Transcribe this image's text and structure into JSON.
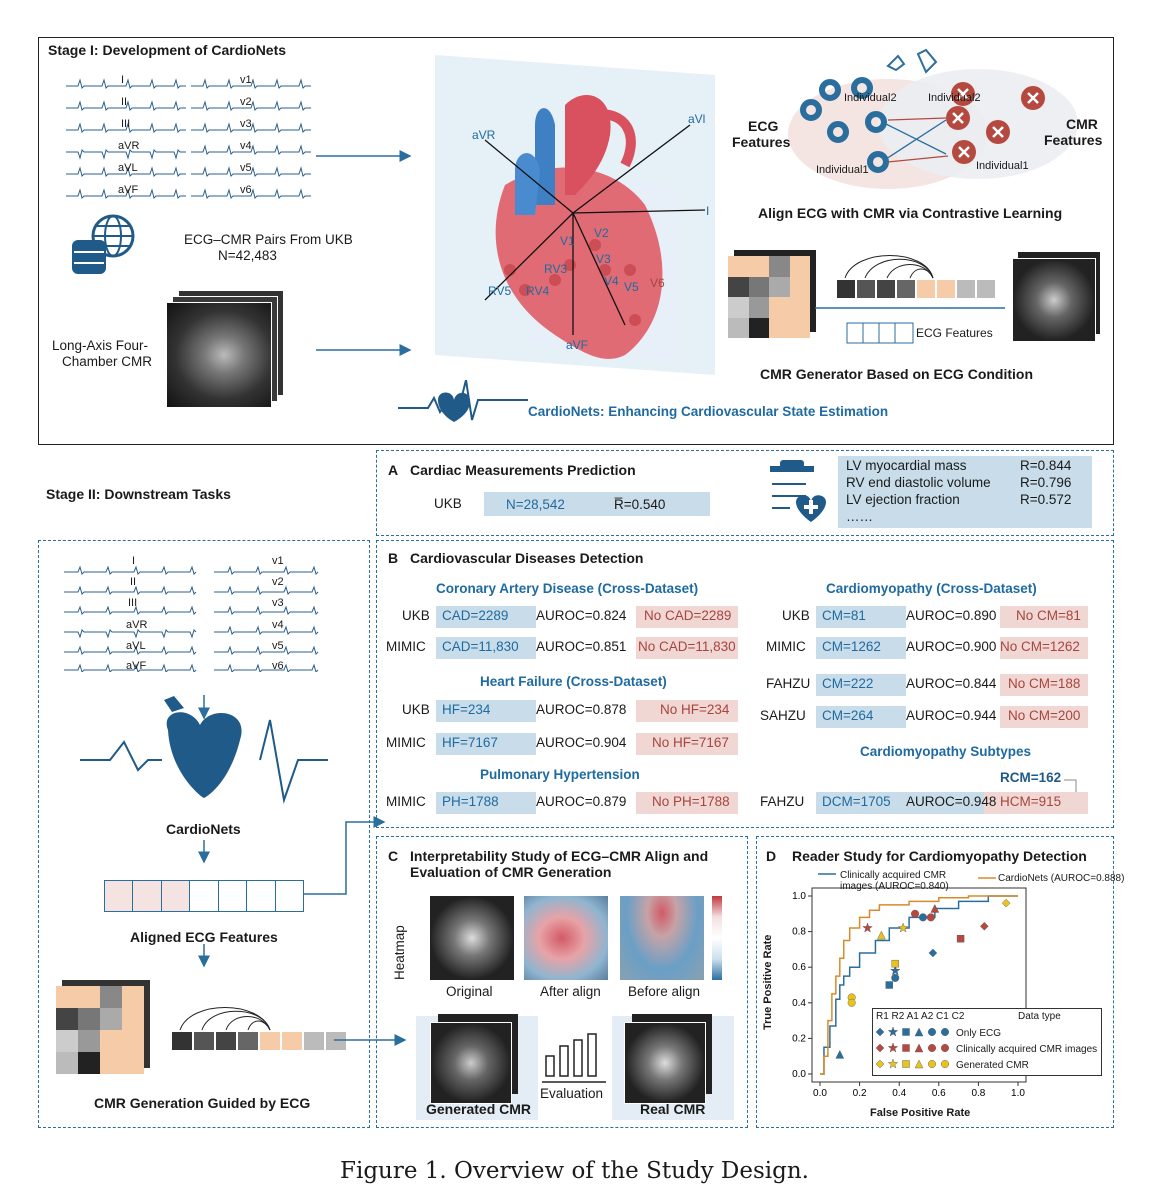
{
  "stage1": {
    "title": "Stage I: Development of CardioNets",
    "ecg_leads_left": [
      "I",
      "II",
      "III",
      "aVR",
      "aVL",
      "aVF"
    ],
    "ecg_leads_right": [
      "v1",
      "v2",
      "v3",
      "v4",
      "v5",
      "v6"
    ],
    "pairs_label": "ECG–CMR Pairs From UKB",
    "pairs_n": "N=42,483",
    "cmr_label_1": "Long-Axis Four-",
    "cmr_label_2": "Chamber CMR",
    "heart_axes": [
      "aVR",
      "aVl",
      "I",
      "aVF"
    ],
    "heart_leads": [
      "V1",
      "V2",
      "V3",
      "V4",
      "V5",
      "V6",
      "RV3",
      "RV4",
      "RV5"
    ],
    "ecg_features_1": "ECG",
    "ecg_features_2": "Features",
    "cmr_features_1": "CMR",
    "cmr_features_2": "Features",
    "individual_labels": [
      "Individual2",
      "Individual2",
      "Individual1",
      "Individual1"
    ],
    "contrastive_title": "Align ECG with CMR via Contrastive Learning",
    "ecg_features_box": "ECG Features",
    "generator_title": "CMR Generator Based on ECG Condition",
    "cardionets_banner": "CardioNets: Enhancing Cardiovascular State Estimation"
  },
  "stage2": {
    "title": "Stage II: Downstream Tasks",
    "ecg_leads_left": [
      "I",
      "II",
      "III",
      "aVR",
      "aVL",
      "aVF"
    ],
    "ecg_leads_right": [
      "v1",
      "v2",
      "v3",
      "v4",
      "v5",
      "v6"
    ],
    "cardionets_label": "CardioNets",
    "aligned_label": "Aligned ECG Features",
    "generation_label": "CMR Generation Guided by ECG"
  },
  "panelA": {
    "letter": "A",
    "title": "Cardiac Measurements Prediction",
    "dataset": "UKB",
    "n": "N=28,542",
    "rbar": "R̅=0.540",
    "measures": [
      {
        "name": "LV myocardial mass",
        "r": "R=0.844"
      },
      {
        "name": "RV end diastolic volume",
        "r": "R=0.796"
      },
      {
        "name": "LV ejection fraction",
        "r": "R=0.572"
      },
      {
        "name": "……",
        "r": ""
      }
    ]
  },
  "panelB": {
    "letter": "B",
    "title": "Cardiovascular Diseases Detection",
    "cad_title": "Coronary Artery Disease (Cross-Dataset)",
    "cad_rows": [
      {
        "ds": "UKB",
        "pos": "CAD=2289",
        "auroc": "AUROC=0.824",
        "neg": "No CAD=2289"
      },
      {
        "ds": "MIMIC",
        "pos": "CAD=11,830",
        "auroc": "AUROC=0.851",
        "neg": "No CAD=11,830"
      }
    ],
    "hf_title": "Heart Failure (Cross-Dataset)",
    "hf_rows": [
      {
        "ds": "UKB",
        "pos": "HF=234",
        "auroc": "AUROC=0.878",
        "neg": "No HF=234"
      },
      {
        "ds": "MIMIC",
        "pos": "HF=7167",
        "auroc": "AUROC=0.904",
        "neg": "No HF=7167"
      }
    ],
    "ph_title": "Pulmonary Hypertension",
    "ph_rows": [
      {
        "ds": "MIMIC",
        "pos": "PH=1788",
        "auroc": "AUROC=0.879",
        "neg": "No PH=1788"
      }
    ],
    "cm_title": "Cardiomyopathy (Cross-Dataset)",
    "cm_rows": [
      {
        "ds": "UKB",
        "pos": "CM=81",
        "auroc": "AUROC=0.890",
        "neg": "No CM=81"
      },
      {
        "ds": "MIMIC",
        "pos": "CM=1262",
        "auroc": "AUROC=0.900",
        "neg": "No CM=1262"
      },
      {
        "ds": "FAHZU",
        "pos": "CM=222",
        "auroc": "AUROC=0.844",
        "neg": "No CM=188"
      },
      {
        "ds": "SAHZU",
        "pos": "CM=264",
        "auroc": "AUROC=0.944",
        "neg": "No CM=200"
      }
    ],
    "sub_title": "Cardiomyopathy Subtypes",
    "rcm": "RCM=162",
    "sub_row": {
      "ds": "FAHZU",
      "pos": "DCM=1705",
      "auroc": "AUROC=0.948",
      "neg": "HCM=915"
    }
  },
  "panelC": {
    "letter": "C",
    "title_1": "Interpretability Study of ECG–CMR Align and",
    "title_2": "Evaluation of CMR Generation",
    "heatmap_label": "Heatmap",
    "img_labels": [
      "Original",
      "After align",
      "Before align"
    ],
    "generated": "Generated CMR",
    "evaluation": "Evaluation",
    "real": "Real CMR"
  },
  "panelD": {
    "letter": "D",
    "title": "Reader Study for Cardiomyopathy Detection",
    "legend_clin_1": "Clinically acquired CMR",
    "legend_clin_2": "images (AUROC=0.840)",
    "legend_cardio": "CardioNets (AUROC=0.888)",
    "xlabel": "False Positive Rate",
    "ylabel": "True Positive Rate",
    "ticks": [
      "0.0",
      "0.2",
      "0.4",
      "0.6",
      "0.8",
      "1.0"
    ],
    "readers_header": "R1 R2 A1 A2 C1 C2",
    "datatype_header": "Data type",
    "datatypes": [
      "Only ECG",
      "Clinically acquired CMR images",
      "Generated CMR"
    ],
    "colors": {
      "blue": "#2a6e9e",
      "orange": "#d98b2b",
      "red": "#b5483f",
      "yellow": "#e8c21e"
    }
  },
  "chart_data": {
    "type": "line",
    "xlabel": "False Positive Rate",
    "ylabel": "True Positive Rate",
    "xlim": [
      0,
      1
    ],
    "ylim": [
      0,
      1
    ],
    "series": [
      {
        "name": "Clinically acquired CMR images (AUROC=0.840)",
        "x": [
          0,
          0.02,
          0.02,
          0.05,
          0.05,
          0.08,
          0.08,
          0.1,
          0.1,
          0.12,
          0.12,
          0.15,
          0.15,
          0.2,
          0.2,
          0.28,
          0.28,
          0.35,
          0.35,
          0.45,
          0.45,
          0.58,
          0.58,
          0.7,
          0.7,
          0.85,
          0.85,
          1.0
        ],
        "y": [
          0,
          0,
          0.15,
          0.15,
          0.27,
          0.27,
          0.42,
          0.42,
          0.5,
          0.5,
          0.55,
          0.55,
          0.6,
          0.6,
          0.68,
          0.68,
          0.75,
          0.75,
          0.82,
          0.82,
          0.88,
          0.88,
          0.93,
          0.93,
          0.97,
          0.97,
          1.0,
          1.0
        ]
      },
      {
        "name": "CardioNets (AUROC=0.888)",
        "x": [
          0,
          0.02,
          0.02,
          0.04,
          0.04,
          0.06,
          0.06,
          0.08,
          0.08,
          0.1,
          0.1,
          0.12,
          0.12,
          0.15,
          0.15,
          0.2,
          0.2,
          0.25,
          0.25,
          0.3,
          0.3,
          0.45,
          0.45,
          0.6,
          0.6,
          0.75,
          0.75,
          1.0
        ],
        "y": [
          0,
          0,
          0.1,
          0.1,
          0.3,
          0.3,
          0.45,
          0.45,
          0.55,
          0.55,
          0.65,
          0.65,
          0.75,
          0.75,
          0.82,
          0.82,
          0.88,
          0.88,
          0.92,
          0.92,
          0.95,
          0.95,
          0.97,
          0.97,
          0.99,
          0.99,
          1.0,
          1.0
        ]
      }
    ],
    "points": [
      {
        "group": "Only ECG",
        "shape": "diamond",
        "x": 0.57,
        "y": 0.68
      },
      {
        "group": "Only ECG",
        "shape": "star",
        "x": 0.38,
        "y": 0.58
      },
      {
        "group": "Only ECG",
        "shape": "square",
        "x": 0.35,
        "y": 0.5
      },
      {
        "group": "Only ECG",
        "shape": "triangle",
        "x": 0.1,
        "y": 0.11
      },
      {
        "group": "Only ECG",
        "shape": "circle",
        "x": 0.38,
        "y": 0.54
      },
      {
        "group": "Only ECG",
        "shape": "circle",
        "x": 0.52,
        "y": 0.88
      },
      {
        "group": "Clinically acquired CMR images",
        "shape": "diamond",
        "x": 0.83,
        "y": 0.83
      },
      {
        "group": "Clinically acquired CMR images",
        "shape": "star",
        "x": 0.24,
        "y": 0.82
      },
      {
        "group": "Clinically acquired CMR images",
        "shape": "square",
        "x": 0.71,
        "y": 0.76
      },
      {
        "group": "Clinically acquired CMR images",
        "shape": "triangle",
        "x": 0.58,
        "y": 0.93
      },
      {
        "group": "Clinically acquired CMR images",
        "shape": "circle",
        "x": 0.48,
        "y": 0.9
      },
      {
        "group": "Clinically acquired CMR images",
        "shape": "circle",
        "x": 0.56,
        "y": 0.88
      },
      {
        "group": "Generated CMR",
        "shape": "diamond",
        "x": 0.94,
        "y": 0.96
      },
      {
        "group": "Generated CMR",
        "shape": "star",
        "x": 0.42,
        "y": 0.82
      },
      {
        "group": "Generated CMR",
        "shape": "square",
        "x": 0.38,
        "y": 0.62
      },
      {
        "group": "Generated CMR",
        "shape": "triangle",
        "x": 0.31,
        "y": 0.78
      },
      {
        "group": "Generated CMR",
        "shape": "circle",
        "x": 0.16,
        "y": 0.43
      },
      {
        "group": "Generated CMR",
        "shape": "circle",
        "x": 0.16,
        "y": 0.4
      }
    ]
  },
  "caption": "Figure 1.  Overview of the Study Design."
}
